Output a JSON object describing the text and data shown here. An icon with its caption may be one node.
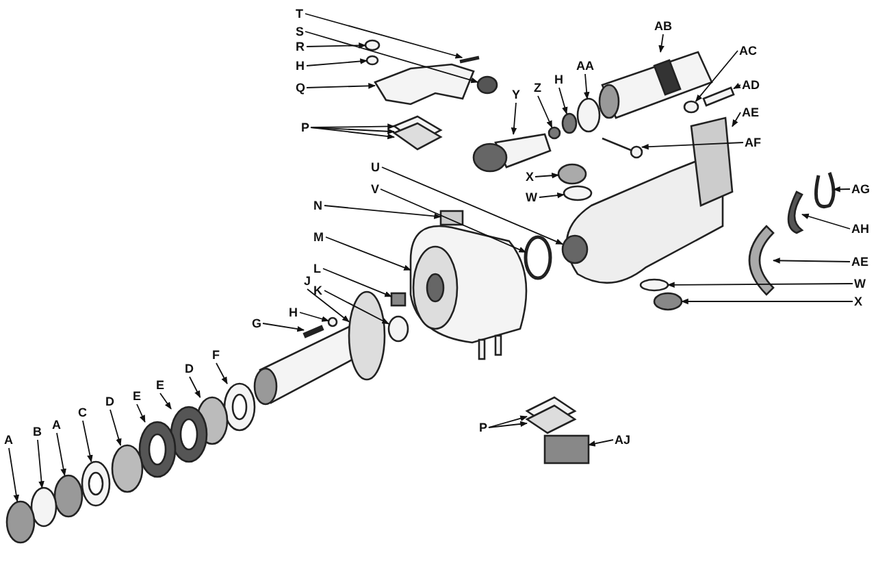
{
  "diagram": {
    "nodes": [
      {
        "text": [
          "T"
        ]
      },
      {
        "text": [
          "S"
        ]
      },
      {
        "text": [
          "R"
        ]
      },
      {
        "text": [
          "H"
        ]
      },
      {
        "text": [
          "Q"
        ]
      },
      {
        "text": [
          "P"
        ]
      },
      {
        "text": [
          "AB"
        ]
      },
      {
        "text": [
          "AC"
        ]
      },
      {
        "text": [
          "AD"
        ]
      },
      {
        "text": [
          "AE"
        ]
      },
      {
        "text": [
          "AA"
        ]
      },
      {
        "text": [
          "H"
        ]
      },
      {
        "text": [
          "Z"
        ]
      },
      {
        "text": [
          "Y"
        ]
      },
      {
        "text": [
          "AF"
        ]
      },
      {
        "text": [
          "X"
        ]
      },
      {
        "text": [
          "W"
        ]
      },
      {
        "text": [
          "U"
        ]
      },
      {
        "text": [
          "V"
        ]
      },
      {
        "text": [
          "N"
        ]
      },
      {
        "text": [
          "M"
        ]
      },
      {
        "text": [
          "AG"
        ]
      },
      {
        "text": [
          "AH"
        ]
      },
      {
        "text": [
          "AE"
        ]
      },
      {
        "text": [
          "W"
        ]
      },
      {
        "text": [
          "X"
        ]
      },
      {
        "text": [
          "L"
        ]
      },
      {
        "text": [
          "J"
        ]
      },
      {
        "text": [
          "K"
        ]
      },
      {
        "text": [
          "H"
        ]
      },
      {
        "text": [
          "G"
        ]
      },
      {
        "text": [
          "F"
        ]
      },
      {
        "text": [
          "D"
        ]
      },
      {
        "text": [
          "E"
        ]
      },
      {
        "text": [
          "E"
        ]
      },
      {
        "text": [
          "D"
        ]
      },
      {
        "text": [
          "C"
        ]
      },
      {
        "text": [
          "A"
        ]
      },
      {
        "text": [
          "B"
        ]
      },
      {
        "text": [
          "A"
        ]
      },
      {
        "text": [
          "P"
        ]
      },
      {
        "text": [
          "AJ"
        ]
      },
      {
        "text": [],
        "shape": "picture"
      },
      {
        "text": [],
        "shape": "circle"
      },
      {
        "text": [],
        "shape": "circle"
      },
      {
        "text": [],
        "shape": "circle"
      },
      {
        "text": [],
        "shape": "picture"
      },
      {
        "text": [],
        "shape": "picture"
      },
      {
        "text": [],
        "shape": "picture"
      },
      {
        "text": [],
        "shape": "circle"
      },
      {
        "text": [],
        "shape": "picture"
      },
      {
        "text": [],
        "shape": "picture"
      },
      {
        "text": [],
        "shape": "circle"
      },
      {
        "text": [],
        "shape": "circle"
      },
      {
        "text": [],
        "shape": "circle"
      },
      {
        "text": [],
        "shape": "picture"
      },
      {
        "text": [],
        "shape": "picture"
      },
      {
        "text": [],
        "shape": "circle"
      },
      {
        "text": [],
        "shape": "circle"
      },
      {
        "text": [],
        "shape": "circle"
      },
      {
        "text": [],
        "shape": "circle"
      },
      {
        "text": [],
        "shape": "box"
      },
      {
        "text": [],
        "shape": "picture"
      },
      {
        "text": [],
        "shape": "picture"
      },
      {
        "text": [],
        "shape": "picture"
      },
      {
        "text": [],
        "shape": "picture"
      },
      {
        "text": [],
        "shape": "circle"
      },
      {
        "text": [],
        "shape": "circle"
      },
      {
        "text": [],
        "shape": "box"
      },
      {
        "text": [],
        "shape": "circle"
      },
      {
        "text": [],
        "shape": "circle"
      },
      {
        "text": [],
        "shape": "circle"
      },
      {
        "text": [],
        "shape": "picture"
      },
      {
        "text": [],
        "shape": "picture"
      },
      {
        "text": [],
        "shape": "circle"
      },
      {
        "text": [],
        "shape": "picture"
      },
      {
        "text": [],
        "shape": "picture"
      },
      {
        "text": [],
        "shape": "circle"
      },
      {
        "text": [],
        "shape": "picture"
      },
      {
        "text": [],
        "shape": "circle"
      },
      {
        "text": [],
        "shape": "circle"
      },
      {
        "text": [],
        "shape": "circle"
      },
      {
        "text": [],
        "shape": "picture"
      },
      {
        "text": [],
        "shape": "box"
      }
    ],
    "edges": [
      {
        "from": 0,
        "to": 42,
        "arrow": "to"
      },
      {
        "from": 1,
        "to": 43,
        "arrow": "to"
      },
      {
        "from": 2,
        "to": 44,
        "arrow": "to"
      },
      {
        "from": 3,
        "to": 45,
        "arrow": "to"
      },
      {
        "from": 4,
        "to": 46,
        "arrow": "to"
      },
      {
        "from": 5,
        "to": 47,
        "arrow": "to"
      },
      {
        "from": 5,
        "to": 47,
        "arrow": "to"
      },
      {
        "from": 5,
        "to": 47,
        "arrow": "to"
      },
      {
        "from": 6,
        "to": 48,
        "arrow": "to"
      },
      {
        "from": 7,
        "to": 49,
        "arrow": "to"
      },
      {
        "from": 8,
        "to": 50,
        "arrow": "to"
      },
      {
        "from": 9,
        "to": 51,
        "arrow": "to"
      },
      {
        "from": 10,
        "to": 52,
        "arrow": "to"
      },
      {
        "from": 11,
        "to": 53,
        "arrow": "to"
      },
      {
        "from": 12,
        "to": 54,
        "arrow": "to"
      },
      {
        "from": 13,
        "to": 55,
        "arrow": "to"
      },
      {
        "from": 14,
        "to": 56,
        "arrow": "to"
      },
      {
        "from": 15,
        "to": 57,
        "arrow": "to"
      },
      {
        "from": 16,
        "to": 58,
        "arrow": "to"
      },
      {
        "from": 17,
        "to": 59,
        "arrow": "to"
      },
      {
        "from": 18,
        "to": 60,
        "arrow": "to"
      },
      {
        "from": 19,
        "to": 61,
        "arrow": "to"
      },
      {
        "from": 20,
        "to": 62,
        "arrow": "to"
      },
      {
        "from": 21,
        "to": 63,
        "arrow": "to"
      },
      {
        "from": 22,
        "to": 64,
        "arrow": "to"
      },
      {
        "from": 23,
        "to": 65,
        "arrow": "to"
      },
      {
        "from": 24,
        "to": 66,
        "arrow": "to"
      },
      {
        "from": 25,
        "to": 67,
        "arrow": "to"
      },
      {
        "from": 26,
        "to": 68,
        "arrow": "to"
      },
      {
        "from": 27,
        "to": 69,
        "arrow": "to"
      },
      {
        "from": 28,
        "to": 70,
        "arrow": "to"
      },
      {
        "from": 29,
        "to": 71,
        "arrow": "to"
      },
      {
        "from": 30,
        "to": 72,
        "arrow": "to"
      },
      {
        "from": 31,
        "to": 73,
        "arrow": "to"
      },
      {
        "from": 32,
        "to": 74,
        "arrow": "to"
      },
      {
        "from": 33,
        "to": 75,
        "arrow": "to"
      },
      {
        "from": 34,
        "to": 76,
        "arrow": "to"
      },
      {
        "from": 35,
        "to": 77,
        "arrow": "to"
      },
      {
        "from": 36,
        "to": 78,
        "arrow": "to"
      },
      {
        "from": 37,
        "to": 79,
        "arrow": "to"
      },
      {
        "from": 38,
        "to": 80,
        "arrow": "to"
      },
      {
        "from": 39,
        "to": 81,
        "arrow": "to"
      },
      {
        "from": 40,
        "to": 82,
        "arrow": "to"
      },
      {
        "from": 40,
        "to": 82,
        "arrow": "to"
      },
      {
        "from": 41,
        "to": 83,
        "arrow": "to"
      }
    ]
  }
}
